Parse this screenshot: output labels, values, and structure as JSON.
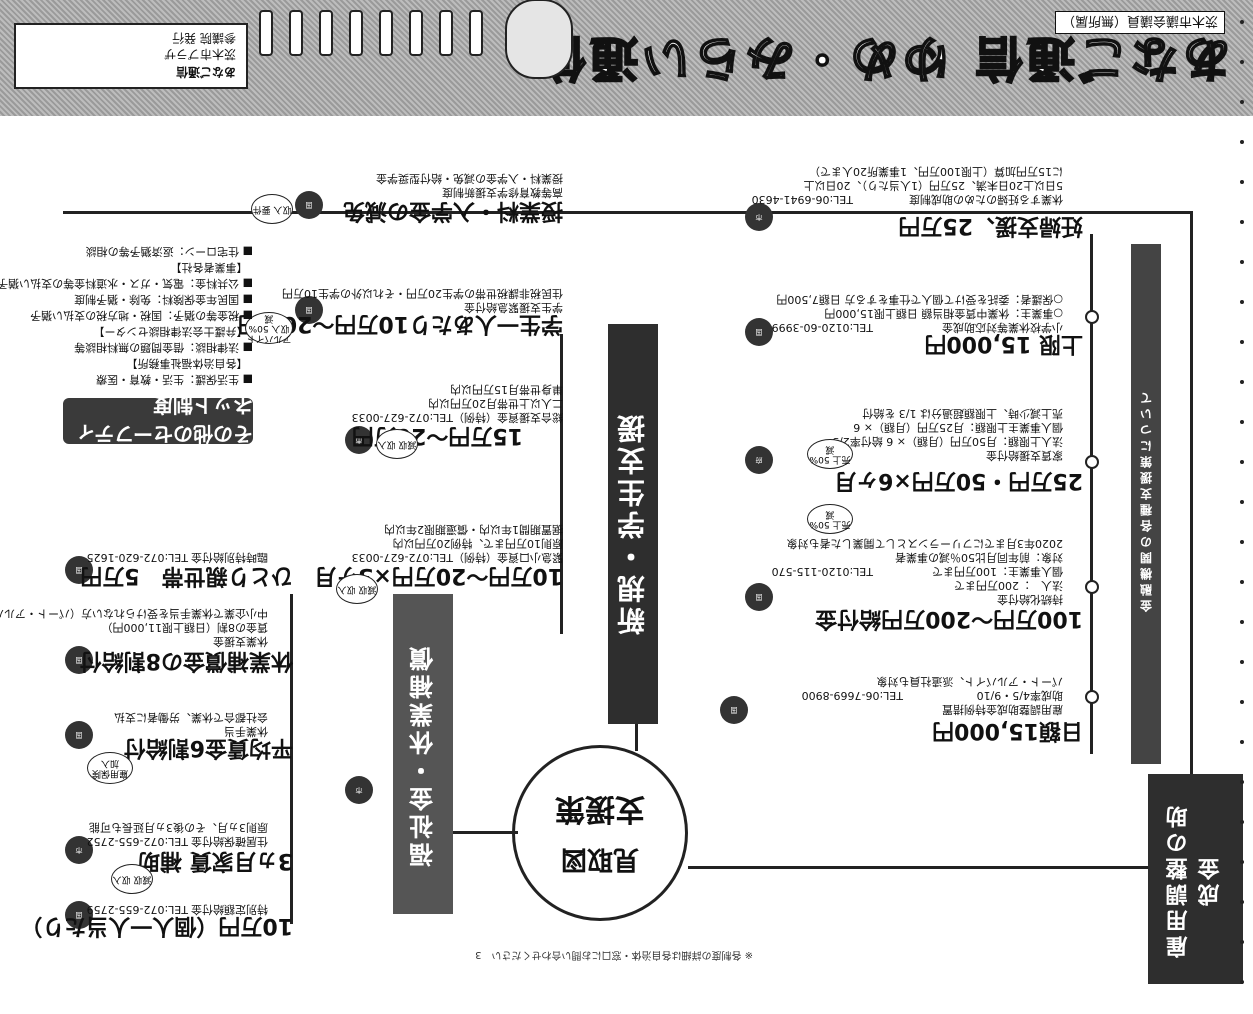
{
  "header": {
    "title": "あなご通信 ゆめ・みらい通信",
    "publisher": "茨木市議会議員（無所属）",
    "shop_name": "あなご通信",
    "shop_line1": "茨木市プラザ",
    "shop_line2": "参議院 発行"
  },
  "center": {
    "label": "見取図",
    "sub": "支援策"
  },
  "columns": {
    "kinyu": "金融機関の各種支援策について",
    "shinki": "新規・学生支援",
    "fukushi": "福祉金・休業補償",
    "gentai": "雇用調整の助成金"
  },
  "left_cards": [
    {
      "title": "日額15,000円",
      "badge": "国",
      "lines": [
        "雇用調整助成金特例措置",
        "助成率4/5・9/10",
        "パート・アルバイト、派遣社員も対象"
      ],
      "phone": "TEL:06-7669-8900"
    },
    {
      "title": "100万円〜200万円給付金",
      "badge": "国",
      "lines": [
        "持続化給付金",
        "法人　：200万円まで",
        "個人事業主：100万円まで",
        "対象：前年同月比50％減の事業者",
        "2020年3月までにフリーランスとして開業した者も対象"
      ],
      "phone": "TEL:0120-115-570",
      "bubble": "売上 50%減"
    },
    {
      "title": "25万円・50万円×6ヶ月",
      "badge": "府",
      "lines": [
        "家賃支援給付金",
        "法人上限額：月50万円（月額）× 6 給付率2/3",
        "個人事業主上限額：月25万円（月額）× 6",
        "売上減少時、上限額超過分は 1/3 を給付"
      ],
      "bubble": "売上 50%減"
    },
    {
      "title": "上限 15,000円",
      "badge": "国",
      "lines": [
        "小学校休業等対応助成金",
        "○事業主：休業中賃金相当額 日額上限15,000円",
        "○保護者：委託を受けて個人で仕事をする方 日額7,500円"
      ],
      "phone": "TEL:0120-60-3999"
    },
    {
      "title": "妊婦支援、25万円",
      "badge": "市",
      "lines": [
        "休業する妊婦のための助成制度",
        "5日以上20日未満、25万円（1人当たり）、20日以上",
        "に15万円加算（上限100万円、1事業所20人まで）"
      ],
      "phone": "TEL:06-6941-4630"
    }
  ],
  "right_cards": [
    {
      "title": "10万円（個人一人当たり）",
      "badge": "国",
      "lines": [
        "特別定額給付金"
      ],
      "phone": "TEL:072-655-2759"
    },
    {
      "title": "3ヵ月家賃 補助",
      "badge": "市",
      "lines": [
        "住居確保給付金",
        "原則3ヵ月、その後3ヵ月延長も可能"
      ],
      "phone": "TEL:072-655-2752",
      "bubble": "減収 収入"
    },
    {
      "title": "平均賃金6割給付",
      "badge": "国",
      "lines": [
        "休業手当",
        "会社都合で休業、労働者に支払"
      ],
      "bubble": "雇用保険 加入"
    },
    {
      "title": "休業補償金の8割給付",
      "badge": "国",
      "lines": [
        "休業支援金",
        "賃金の8割（日額上限11,000円）",
        "中小企業で休業手当を受けられない方（パート・アルバイト含む）"
      ]
    },
    {
      "title": "ひとり親世帯　5万円",
      "badge": "国",
      "lines": [
        "臨時特別給付金"
      ],
      "phone": "TEL:072-620-1625"
    }
  ],
  "mid_cards": [
    {
      "title": "10万円〜20万円×3ヶ月",
      "badge": "市",
      "lines": [
        "緊急小口資金（特例）TEL:072-627-0033",
        "原則10万円まで、特例20万円以内",
        "据置期間1年以内・償還期限2年以内"
      ],
      "bubble": "減収 収入"
    },
    {
      "title": "15万円〜20万円",
      "badge": "市",
      "lines": [
        "総合支援資金（特例）TEL:072-627-0033",
        "二人以上世帯月20万円以内",
        "単身世帯月15万円以内"
      ],
      "bubble": "減収 収入"
    },
    {
      "title": "学生一人あたり10万円〜20万円",
      "badge": "国",
      "lines": [
        "学生支援緊急給付金",
        "住民税非課税世帯の学生20万円・それ以外の学生10万円"
      ],
      "bubble": "アルバイト収入 50%減"
    },
    {
      "title": "授業料・入学金の減免",
      "badge": "国",
      "lines": [
        "高等教育修学支援新制度",
        "授業料・入学金の減免・給付型奨学金"
      ],
      "bubble": "収入 要件"
    }
  ],
  "other": {
    "title": "その他のセーフティネット制度",
    "lines": [
      "■ 生活保護：生活・教育・医療",
      "　【各自治体福祉事務所】",
      "■ 法律相談：借金問題の無料相談等",
      "　【弁護士会法律相談センター】",
      "■ 税金等の猶予：国税・地方税の支払い猶予",
      "■ 国民年金保険料：免除・猶予制度",
      "■ 公共料金：電気・ガス・水道料金等の支払い猶予",
      "　【事業者各社】",
      "■ 住宅ローン：返済猶予等の相談"
    ]
  },
  "footer": {
    "text": "※ 各制度の詳細は各自治体・窓口にお問い合わせください　3"
  }
}
